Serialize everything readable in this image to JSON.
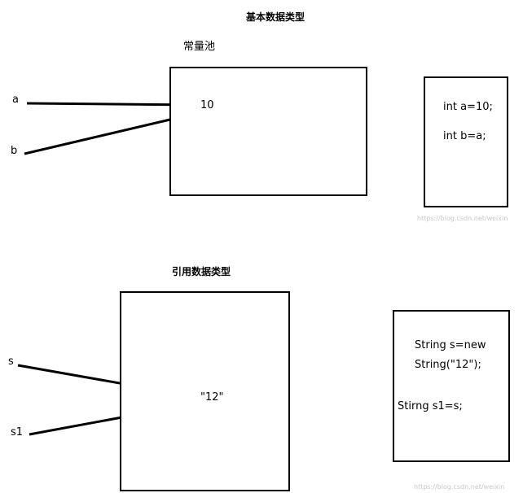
{
  "primitive": {
    "title": "基本数据类型",
    "pool_label": "常量池",
    "var_a": "a",
    "var_b": "b",
    "value": "10",
    "code": [
      "int a=10;",
      "int b=a;"
    ]
  },
  "reference": {
    "title": "引用数据类型",
    "var_s": "s",
    "var_s1": "s1",
    "value": "\"12\"",
    "code": [
      "String s=new",
      "String(\"12\");",
      "Stirng s1=s;"
    ]
  },
  "watermarks": [
    "https://blog.csdn.net/weixin",
    "https://blog.csdn.net/weixin"
  ]
}
